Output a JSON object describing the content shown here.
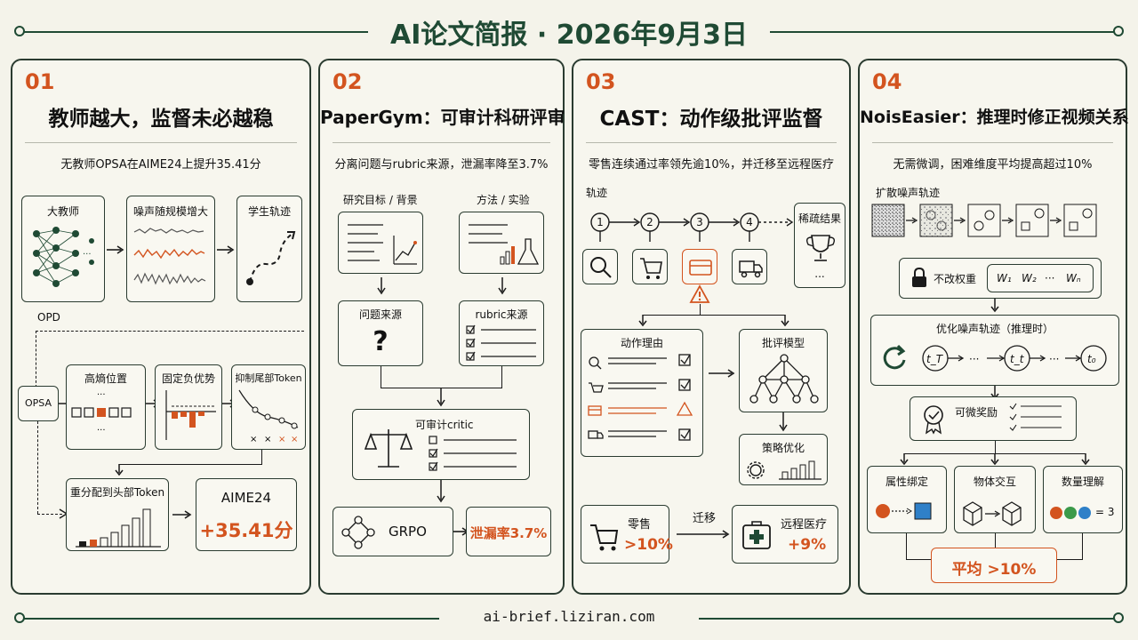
{
  "header": {
    "title": "AI论文简报 · 2026年9月3日"
  },
  "footer": {
    "url": "ai-brief.liziran.com"
  },
  "colors": {
    "accent": "#d3541f",
    "primary": "#1f4a34",
    "background": "#f4f3ea"
  },
  "panels": [
    {
      "num": "01",
      "title": "教师越大，监督未必越稳",
      "subtitle": "无教师OPSA在AIME24上提升35.41分",
      "teacher_label": "大教师",
      "noise_label": "噪声随规模增大",
      "student_label": "学生轨迹",
      "opd_label": "OPD",
      "opsa_label": "OPSA",
      "entropy_label": "高熵位置",
      "negadv_label": "固定负优势",
      "suppress_label": "抑制尾部Token",
      "realloc_label": "重分配到头部Token",
      "result_label": "AIME24",
      "result_value": "+35.41分"
    },
    {
      "num": "02",
      "title": "PaperGym：可审计科研评审",
      "subtitle": "分离问题与rubric来源，泄漏率降至3.7%",
      "goal_label": "研究目标 / 背景",
      "method_label": "方法 / 实验",
      "question_label": "问题来源",
      "question_mark": "?",
      "rubric_label": "rubric来源",
      "critic_label": "可审计critic",
      "grpo_label": "GRPO",
      "leak_label": "泄漏率3.7%"
    },
    {
      "num": "03",
      "title": "CAST：动作级批评监督",
      "subtitle": "零售连续通过率领先逾10%，并迁移至远程医疗",
      "traj_label": "轨迹",
      "steps": [
        "1",
        "2",
        "3",
        "4"
      ],
      "sparse_label": "稀疏结果",
      "sparse_dots": "...",
      "reason_label": "动作理由",
      "critic_label": "批评模型",
      "policy_label": "策略优化",
      "transfer_label": "迁移",
      "retail_label": "零售",
      "retail_value": ">10%",
      "tele_label": "远程医疗",
      "tele_value": "+9%"
    },
    {
      "num": "04",
      "title": "NoisEasier：推理时修正视频关系",
      "subtitle": "无需微调，困难维度平均提高超过10%",
      "diffuse_label": "扩散噪声轨迹",
      "frozen_label": "不改权重",
      "weights": [
        "W₁",
        "W₂",
        "···",
        "Wₙ"
      ],
      "optimize_label": "优化噪声轨迹（推理时）",
      "t_nodes": [
        "t_T",
        "···",
        "t_t",
        "···",
        "t₀"
      ],
      "reward_label": "可微奖励",
      "attr_label": "属性绑定",
      "object_label": "物体交互",
      "count_label": "数量理解",
      "count_eq": "= 3",
      "avg_label": "平均 >10%"
    }
  ]
}
